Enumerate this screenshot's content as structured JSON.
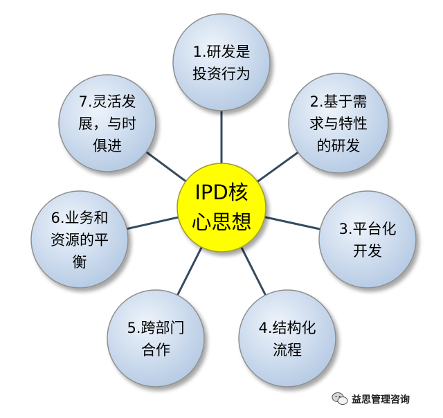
{
  "center": {
    "lines": [
      "IPD核",
      "心思想"
    ],
    "color": "#ffff00",
    "border": "#9b9b32"
  },
  "nodes": [
    {
      "id": "node-1",
      "lines": [
        "1.研发是",
        "投资行为"
      ]
    },
    {
      "id": "node-2",
      "lines": [
        "2.基于需",
        "求与特性",
        "的研发"
      ]
    },
    {
      "id": "node-3",
      "lines": [
        "3.平台化",
        "开发"
      ]
    },
    {
      "id": "node-4",
      "lines": [
        "4.结构化",
        "流程"
      ]
    },
    {
      "id": "node-5",
      "lines": [
        "5.跨部门",
        "合作"
      ]
    },
    {
      "id": "node-6",
      "lines": [
        "6.业务和",
        "资源的平",
        "衡"
      ]
    },
    {
      "id": "node-7",
      "lines": [
        "7.灵活发",
        "展，与时",
        "俱进"
      ]
    }
  ],
  "colors": {
    "node_fill_light": "#eef4fb",
    "node_fill_dark": "#b4c9e3",
    "node_border": "#8e8e8e",
    "connector": "#344a5e"
  },
  "watermark": {
    "icon": "wechat-icon",
    "text": "益思管理咨询"
  }
}
